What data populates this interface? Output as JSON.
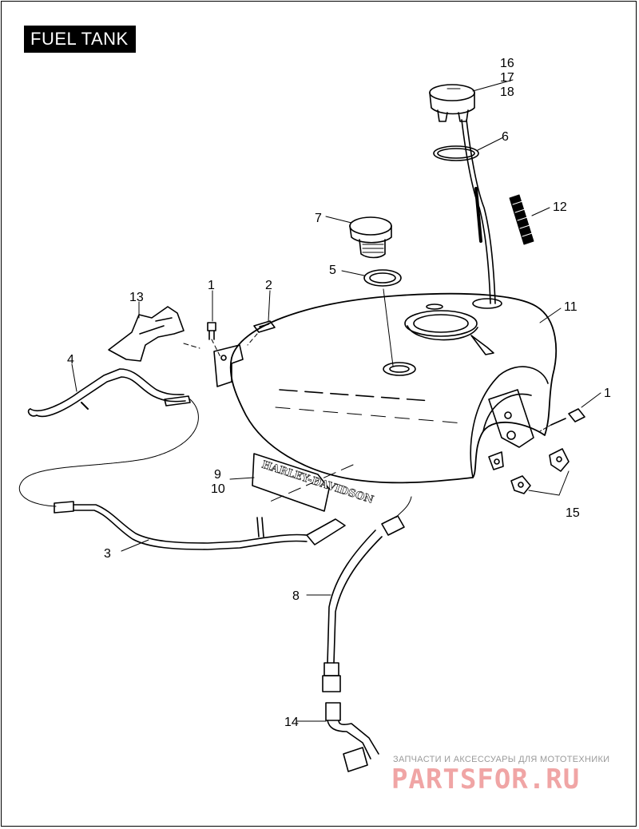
{
  "title": "FUEL TANK",
  "callouts": {
    "c1a": "1",
    "c1b": "1",
    "c2": "2",
    "c3": "3",
    "c4": "4",
    "c5": "5",
    "c6": "6",
    "c7": "7",
    "c8": "8",
    "c9": "9",
    "c10": "10",
    "c11": "11",
    "c12": "12",
    "c13": "13",
    "c14": "14",
    "c15": "15",
    "c16": "16",
    "c17": "17",
    "c18": "18"
  },
  "emblem_text": "HARLEY-DAVIDSON",
  "watermark": {
    "subtitle": "ЗАПЧАСТИ И АКСЕССУАРЫ ДЛЯ МОТОТЕХНИКИ",
    "logo": "PARTSFOR.RU"
  }
}
